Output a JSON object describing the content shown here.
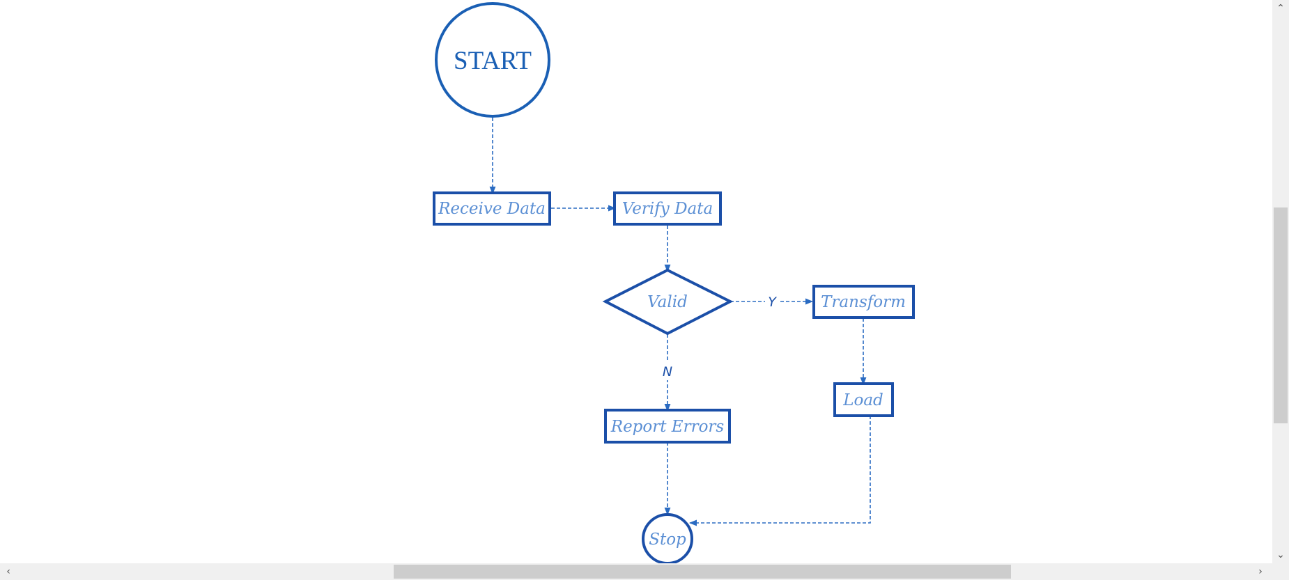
{
  "diagram": {
    "nodes": {
      "start": "START",
      "receive": "Receive Data",
      "verify": "Verify Data",
      "valid": "Valid",
      "transform": "Transform",
      "load": "Load",
      "report": "Report Errors",
      "stop": "Stop"
    },
    "edge_labels": {
      "yes": "Y",
      "no": "N"
    },
    "colors": {
      "border": "#1b4fa8",
      "text": "#5b8fd4",
      "edge": "#2a6bc2"
    }
  },
  "scrollbars": {
    "up_icon": "chevron-up-icon",
    "down_icon": "chevron-down-icon",
    "left_icon": "chevron-left-icon",
    "right_icon": "chevron-right-icon"
  }
}
